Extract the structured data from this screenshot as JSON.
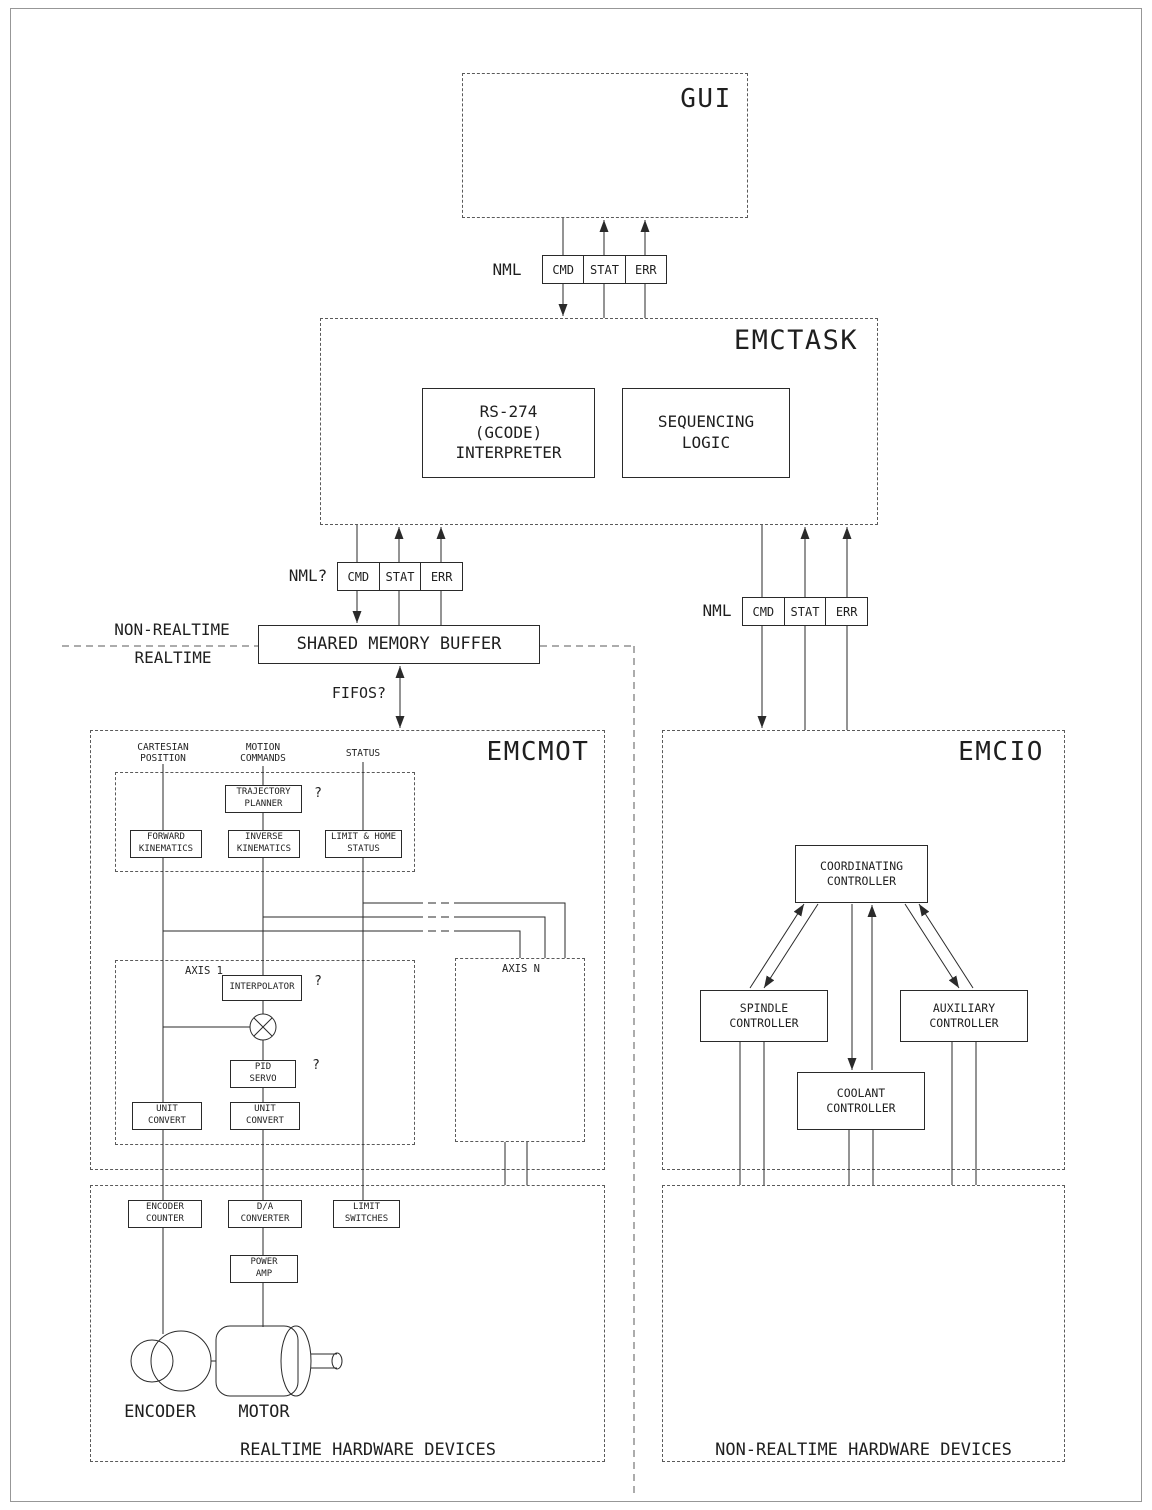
{
  "colors": {
    "ink": "#1f1f1f",
    "line": "#2a2a2a",
    "bg": "#ffffff"
  },
  "gui": {
    "title": "GUI"
  },
  "nml_gui": {
    "label": "NML",
    "cmd": "CMD",
    "stat": "STAT",
    "err": "ERR"
  },
  "emctask": {
    "title": "EMCTASK",
    "interpreter": "RS-274\n(GCODE)\nINTERPRETER",
    "sequencing": "SEQUENCING\nLOGIC"
  },
  "nml_mot": {
    "label": "NML?",
    "cmd": "CMD",
    "stat": "STAT",
    "err": "ERR"
  },
  "nml_io": {
    "label": "NML",
    "cmd": "CMD",
    "stat": "STAT",
    "err": "ERR"
  },
  "shared_memory": {
    "label": "SHARED MEMORY BUFFER"
  },
  "boundary": {
    "non_realtime": "NON-REALTIME",
    "realtime": "REALTIME"
  },
  "fifos": {
    "label": "FIFOS?"
  },
  "emcmot": {
    "title": "EMCMOT",
    "col_cartesian": "CARTESIAN\nPOSITION",
    "col_motion": "MOTION\nCOMMANDS",
    "col_status": "STATUS",
    "trajectory_planner": "TRAJECTORY\nPLANNER",
    "forward_kinematics": "FORWARD\nKINEMATICS",
    "inverse_kinematics": "INVERSE\nKINEMATICS",
    "limit_home_status": "LIMIT & HOME\nSTATUS",
    "axis1": "AXIS 1",
    "interpolator": "INTERPOLATOR",
    "pid_servo": "PID\nSERVO",
    "unit_convert_left": "UNIT\nCONVERT",
    "unit_convert_mid": "UNIT\nCONVERT",
    "axisn": "AXIS N",
    "q_trajectory": "?",
    "q_interpolator": "?",
    "q_pid": "?"
  },
  "emcio": {
    "title": "EMCIO",
    "coordinating": "COORDINATING\nCONTROLLER",
    "spindle": "SPINDLE\nCONTROLLER",
    "auxiliary": "AUXILIARY\nCONTROLLER",
    "coolant": "COOLANT\nCONTROLLER"
  },
  "hardware_rt": {
    "caption": "REALTIME HARDWARE DEVICES",
    "encoder_counter": "ENCODER\nCOUNTER",
    "da_converter": "D/A\nCONVERTER",
    "limit_switches": "LIMIT\nSWITCHES",
    "power_amp": "POWER\nAMP",
    "encoder": "ENCODER",
    "motor": "MOTOR"
  },
  "hardware_nrt": {
    "caption": "NON-REALTIME HARDWARE DEVICES"
  }
}
